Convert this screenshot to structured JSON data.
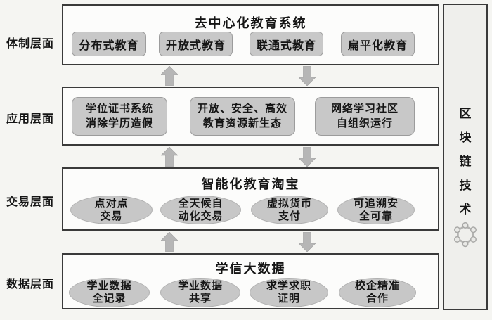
{
  "colors": {
    "page_bg": "#f5f5f2",
    "layer_box_bg": "#fcfcfb",
    "layer_box_border": "#3a3a3a",
    "node_fill": "#c8c8c8",
    "node_border": "#9c9c9c",
    "arrow_fill": "#b6b6b6",
    "panel_bg": "#efefec",
    "text": "#151515"
  },
  "layers": [
    {
      "side_label": "体制层面",
      "title": "去中心化教育系统",
      "items": [
        {
          "line1": "分布式教育"
        },
        {
          "line1": "开放式教育"
        },
        {
          "line1": "联通式教育"
        },
        {
          "line1": "扁平化教育"
        }
      ]
    },
    {
      "side_label": "应用层面",
      "items": [
        {
          "line1": "学位证书系统",
          "line2": "消除学历造假"
        },
        {
          "line1": "开放、安全、高效",
          "line2": "教育资源新生态"
        },
        {
          "line1": "网络学习社区",
          "line2": "自组织运行"
        }
      ]
    },
    {
      "side_label": "交易层面",
      "title": "智能化教育淘宝",
      "items": [
        {
          "line1": "点对点",
          "line2": "交易"
        },
        {
          "line1": "全天候自",
          "line2": "动化交易"
        },
        {
          "line1": "虚拟货币",
          "line2": "支付"
        },
        {
          "line1": "可追溯安",
          "line2": "全可靠"
        }
      ]
    },
    {
      "side_label": "数据层面",
      "title": "学信大数据",
      "items": [
        {
          "line1": "学业数据",
          "line2": "全记录"
        },
        {
          "line1": "学业数据",
          "line2": "共享"
        },
        {
          "line1": "求学求职",
          "line2": "证明"
        },
        {
          "line1": "校企精准",
          "line2": "合作"
        }
      ]
    }
  ],
  "right_panel": {
    "label": "区块链技术",
    "chars": [
      "区",
      "块",
      "链",
      "技",
      "术"
    ],
    "icon": "blockchain-hexagon-icon"
  }
}
